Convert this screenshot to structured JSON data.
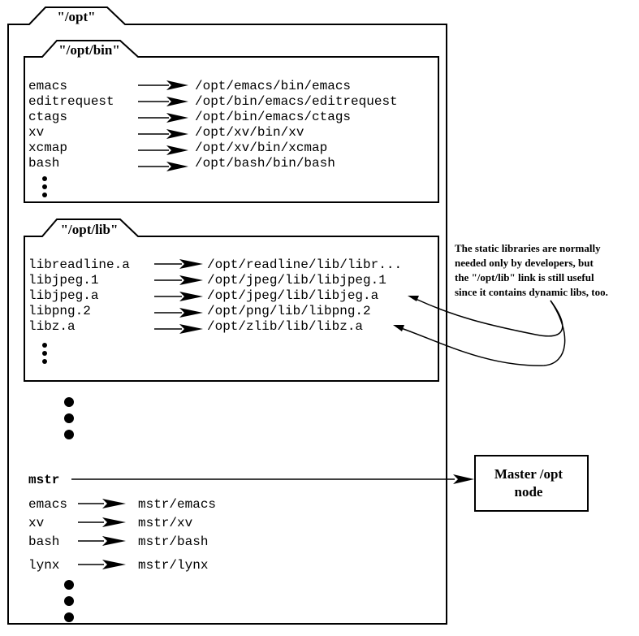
{
  "opt_tab": "\"/opt\"",
  "bin_section": {
    "tab": "\"/opt/bin\"",
    "entries": [
      {
        "name": "emacs",
        "target": "/opt/emacs/bin/emacs"
      },
      {
        "name": "editrequest",
        "target": "/opt/bin/emacs/editrequest"
      },
      {
        "name": "ctags",
        "target": "/opt/bin/emacs/ctags"
      },
      {
        "name": "xv",
        "target": "/opt/xv/bin/xv"
      },
      {
        "name": "xcmap",
        "target": "/opt/xv/bin/xcmap"
      },
      {
        "name": "bash",
        "target": "/opt/bash/bin/bash"
      }
    ]
  },
  "lib_section": {
    "tab": "\"/opt/lib\"",
    "entries": [
      {
        "name": "libreadline.a",
        "target": "/opt/readline/lib/libr..."
      },
      {
        "name": "libjpeg.1",
        "target": "/opt/jpeg/lib/libjpeg.1"
      },
      {
        "name": "libjpeg.a",
        "target": "/opt/jpeg/lib/libjeg.a"
      },
      {
        "name": "libpng.2",
        "target": "/opt/png/lib/libpng.2"
      },
      {
        "name": "libz.a",
        "target": "/opt/zlib/lib/libz.a"
      }
    ]
  },
  "note_lines": [
    "The static libraries are normally",
    "needed only by developers, but",
    "the \"/opt/lib\" link is still useful",
    "since it contains dynamic libs, too."
  ],
  "mstr": {
    "label": "mstr",
    "node_lines": [
      "Master /opt",
      "node"
    ],
    "entries": [
      {
        "name": "emacs",
        "target": "mstr/emacs"
      },
      {
        "name": "xv",
        "target": "mstr/xv"
      },
      {
        "name": "bash",
        "target": "mstr/bash"
      },
      {
        "name": "lynx",
        "target": "mstr/lynx"
      }
    ]
  }
}
